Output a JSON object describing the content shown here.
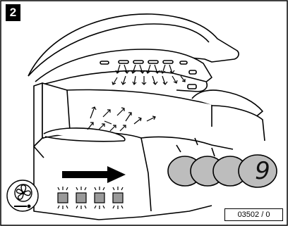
{
  "figure": {
    "step_number": "2",
    "document_code": "03502 / 0",
    "display_value": "9",
    "icons": [
      "fan-icon",
      "face-cooling-indicator-icon",
      "arrow-right-icon"
    ],
    "colors": {
      "display_segment": "#bdbdbd",
      "ink": "#000000",
      "indicator_fill": "#9a9a9a"
    }
  }
}
